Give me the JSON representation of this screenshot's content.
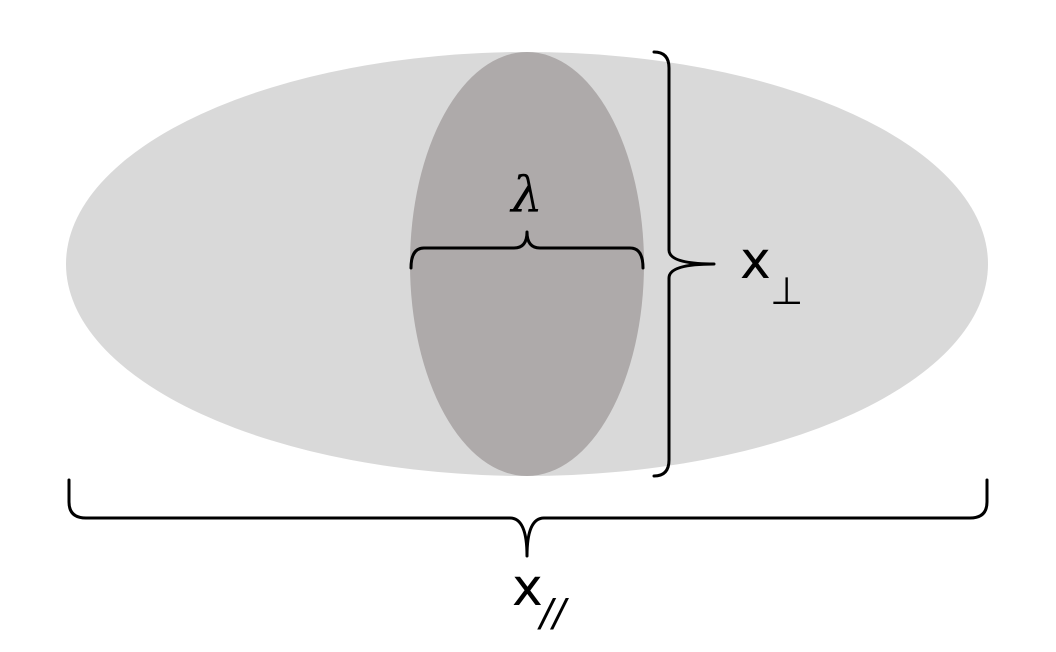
{
  "colors": {
    "outer_ellipse": "#d9d9d9",
    "inner_ellipse": "#aeaaaa",
    "brace": "#000000",
    "text": "#000000"
  },
  "labels": {
    "lambda": "λ",
    "x_perp_base": "x",
    "x_perp_sub": "⊥",
    "x_par_base": "x",
    "x_par_sub": "//"
  }
}
